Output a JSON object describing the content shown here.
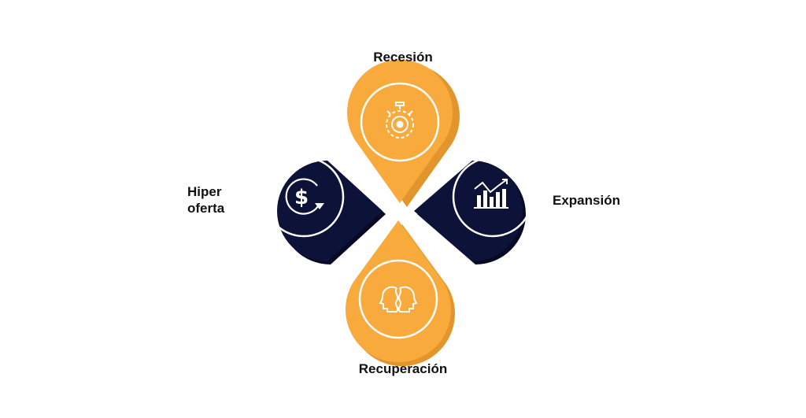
{
  "colors": {
    "orange": "#F8AB3C",
    "orange_shadow": "#E2952C",
    "navy": "#0D1238",
    "navy_shadow": "#070A24",
    "ring": "#ffffff",
    "label_text": "#111111"
  },
  "phases": [
    {
      "id": "recession",
      "label": "Recesión",
      "icon": "stopwatch-gear-icon",
      "color": "orange"
    },
    {
      "id": "expansion",
      "label": "Expansión",
      "icon": "rising-bar-chart-icon",
      "color": "navy"
    },
    {
      "id": "recovery",
      "label": "Recuperación",
      "icon": "two-heads-icon",
      "color": "orange"
    },
    {
      "id": "overoffer",
      "label": "Hiper oferta",
      "icon": "dollar-cycle-icon",
      "color": "navy"
    }
  ]
}
